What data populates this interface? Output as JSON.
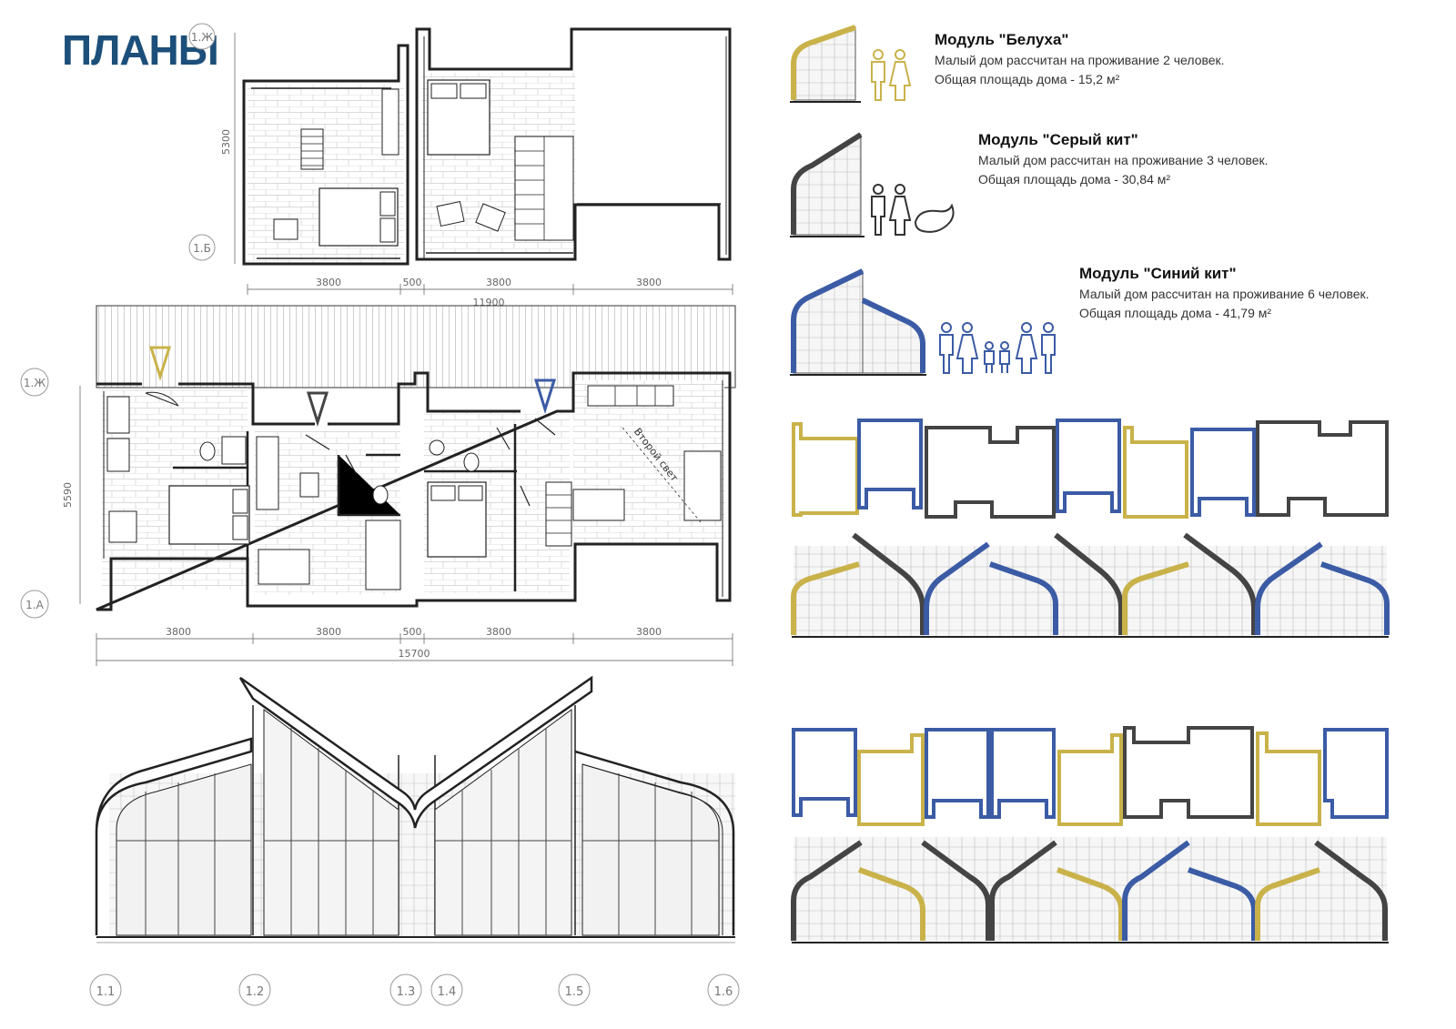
{
  "title": "ПЛАНЫ",
  "colors": {
    "title": "#1c4f7a",
    "beluga": "#c9b24a",
    "grey_whale": "#444444",
    "blue_whale": "#3b5ba5",
    "wall": "#222222",
    "glass": "#d8d8d8"
  },
  "modules": [
    {
      "name": "Модуль \"Белуха\"",
      "line1": "Малый дом рассчитан на проживание 2 человек.",
      "line2": "Общая площадь дома - 15,2 м²"
    },
    {
      "name": "Модуль \"Серый кит\"",
      "line1": "Малый дом рассчитан на проживание 3 человек.",
      "line2": "Общая площадь дома - 30,84 м²"
    },
    {
      "name": "Модуль \"Синий кит\"",
      "line1": "Малый дом рассчитан на проживание 6 человек.",
      "line2": "Общая площадь дома - 41,79 м²"
    }
  ],
  "upper_plan": {
    "dim_height": "5300",
    "dims": [
      "3800",
      "500",
      "3800",
      "3800"
    ],
    "total": "11900",
    "axes": [
      "1.Ж",
      "1.Б"
    ]
  },
  "ground_plan": {
    "dim_height": "5590",
    "dims": [
      "3800",
      "3800",
      "500",
      "3800",
      "3800"
    ],
    "total": "15700",
    "axes": [
      "1.Ж",
      "1.А"
    ],
    "label_second_light": "Второй свет"
  },
  "elevation_axes": [
    "1.1",
    "1.2",
    "1.3",
    "1.4",
    "1.5",
    "1.6"
  ]
}
